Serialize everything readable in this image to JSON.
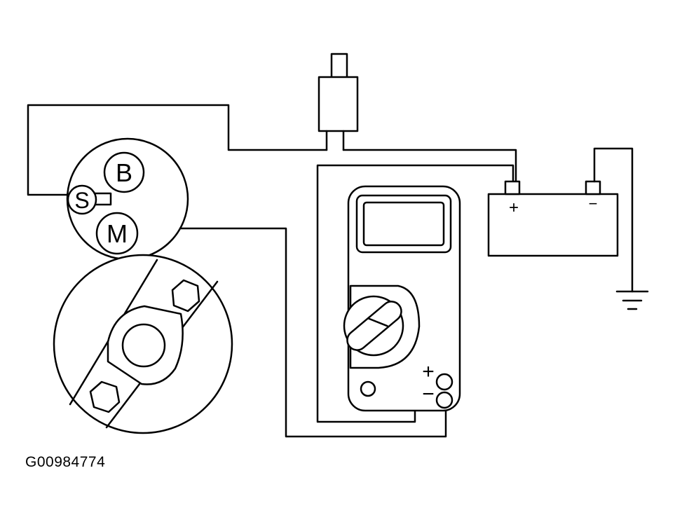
{
  "solenoid": {
    "terminal_b": "B",
    "terminal_s": "S",
    "terminal_m": "M"
  },
  "battery": {
    "positive_sign": "+",
    "negative_sign": "−"
  },
  "multimeter": {
    "positive_sign": "+",
    "negative_sign": "−"
  },
  "figure_id": "G00984774",
  "colors": {
    "line": "#000000",
    "background": "#ffffff"
  }
}
